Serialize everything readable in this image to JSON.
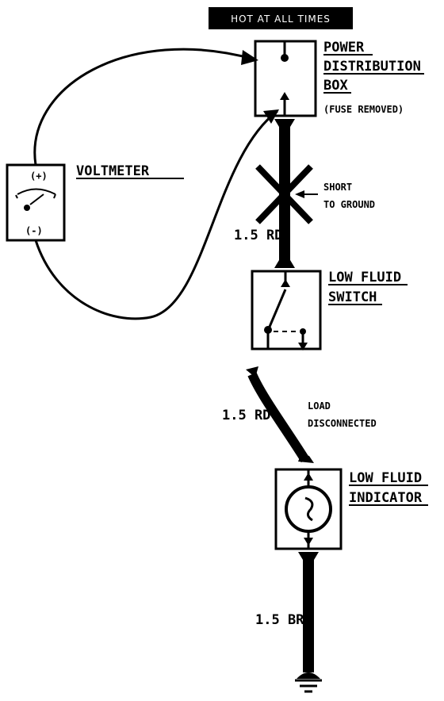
{
  "header": {
    "text": "HOT AT ALL TIMES"
  },
  "components": {
    "power_box": {
      "line1": "POWER",
      "line2": "DISTRIBUTION",
      "line3": "BOX",
      "note": "(FUSE REMOVED)"
    },
    "voltmeter": {
      "label": "VOLTMETER",
      "plus": "(+)",
      "minus": "(-)"
    },
    "switch": {
      "line1": "LOW FLUID",
      "line2": "SWITCH"
    },
    "indicator": {
      "line1": "LOW FLUID",
      "line2": "INDICATOR"
    }
  },
  "annotations": {
    "short_line1": "SHORT",
    "short_line2": "TO GROUND",
    "load_line1": "LOAD",
    "load_line2": "DISCONNECTED"
  },
  "wires": {
    "upper": "1.5 RD",
    "middle": "1.5 RD",
    "lower": "1.5 BR"
  }
}
